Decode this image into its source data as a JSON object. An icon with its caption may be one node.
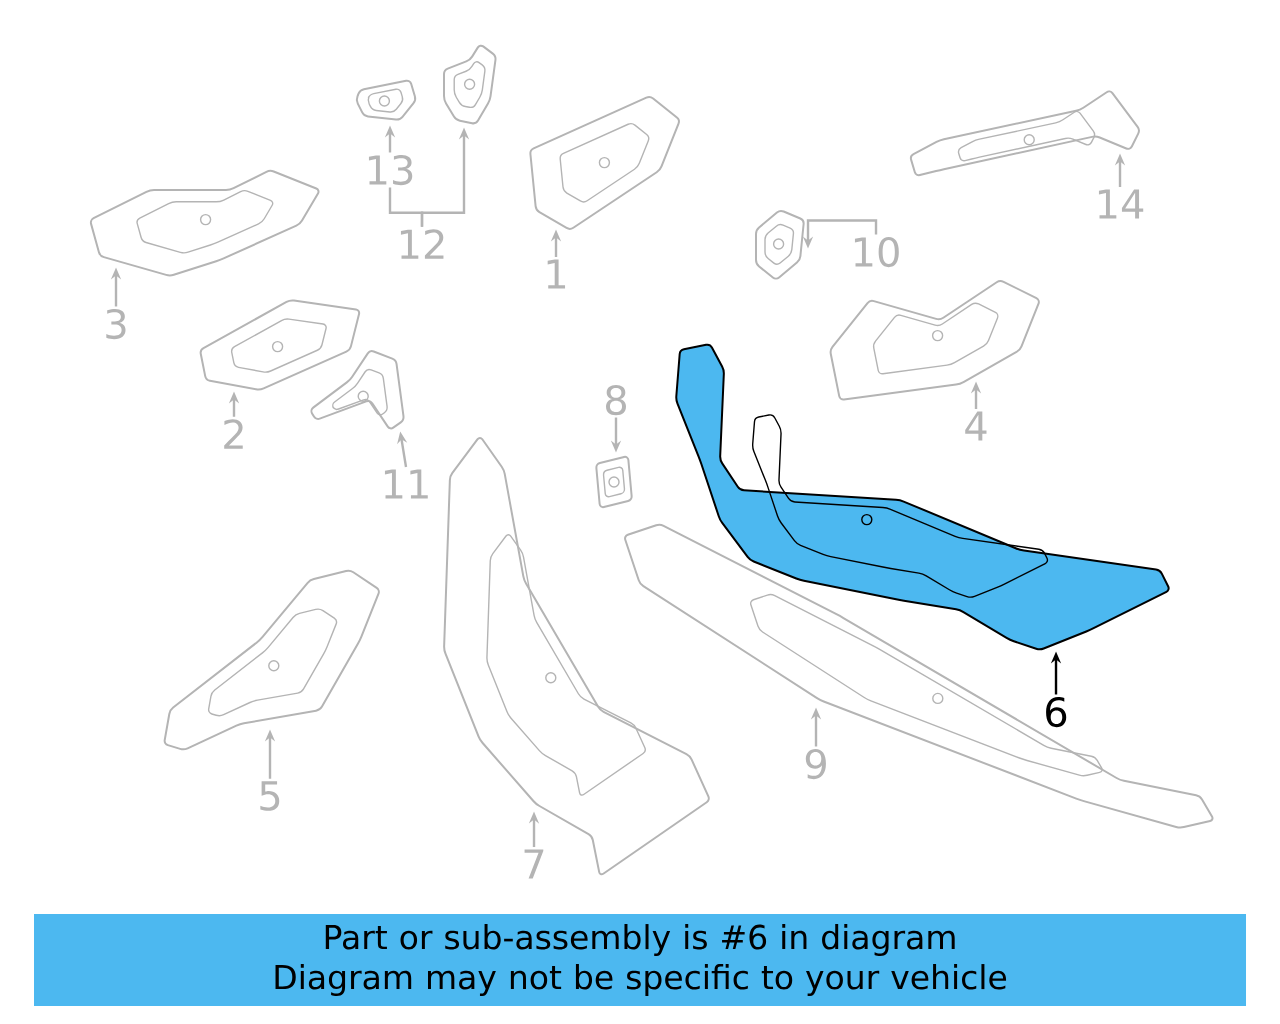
{
  "diagram": {
    "nodes": [
      {
        "text": [
          "13"
        ]
      },
      {
        "text": [
          "14"
        ]
      },
      {
        "text": [
          "12"
        ]
      },
      {
        "text": [
          "10"
        ]
      },
      {
        "text": [
          "1"
        ]
      },
      {
        "text": [
          "3"
        ]
      },
      {
        "text": [
          "8"
        ]
      },
      {
        "text": [
          "4"
        ]
      },
      {
        "text": [
          "2"
        ]
      },
      {
        "text": [
          "11"
        ]
      },
      {
        "text": [
          "6"
        ]
      },
      {
        "text": [
          "9"
        ]
      },
      {
        "text": [
          "5"
        ]
      },
      {
        "text": [
          "7"
        ]
      },
      {
        "text": [],
        "shape": "picture"
      },
      {
        "text": [],
        "shape": "picture"
      },
      {
        "text": [],
        "shape": "picture"
      },
      {
        "text": [],
        "shape": "picture"
      },
      {
        "text": [],
        "shape": "picture"
      },
      {
        "text": [],
        "shape": "picture"
      },
      {
        "text": [],
        "shape": "picture"
      },
      {
        "text": [],
        "shape": "picture"
      },
      {
        "text": [],
        "shape": "picture"
      },
      {
        "text": [],
        "shape": "picture"
      },
      {
        "text": [],
        "shape": "picture"
      },
      {
        "text": [],
        "shape": "picture"
      },
      {
        "text": [],
        "shape": "picture"
      },
      {
        "text": [],
        "shape": "picture"
      },
      {
        "text": [
          "Part or sub-assembly is #6 in diagram",
          "Diagram may not be specific to your vehicle"
        ]
      }
    ],
    "edges": [
      {
        "from": 0,
        "to": 14,
        "arrow": "to"
      },
      {
        "from": 1,
        "to": 15,
        "arrow": "to"
      },
      {
        "from": 2,
        "to": 16,
        "arrow": "to"
      },
      {
        "from": 2,
        "to": 0,
        "arrow": "none"
      },
      {
        "from": 3,
        "to": 17,
        "arrow": "to"
      },
      {
        "from": 4,
        "to": 18,
        "arrow": "to"
      },
      {
        "from": 5,
        "to": 19,
        "arrow": "to"
      },
      {
        "from": 6,
        "to": 20,
        "arrow": "to"
      },
      {
        "from": 7,
        "to": 21,
        "arrow": "to"
      },
      {
        "from": 8,
        "to": 22,
        "arrow": "to"
      },
      {
        "from": 9,
        "to": 23,
        "arrow": "to"
      },
      {
        "from": 10,
        "to": 24,
        "arrow": "to",
        "color": "#000000"
      },
      {
        "from": 11,
        "to": 25,
        "arrow": "to"
      },
      {
        "from": 12,
        "to": 26,
        "arrow": "to"
      },
      {
        "from": 13,
        "to": 27,
        "arrow": "to"
      }
    ]
  }
}
